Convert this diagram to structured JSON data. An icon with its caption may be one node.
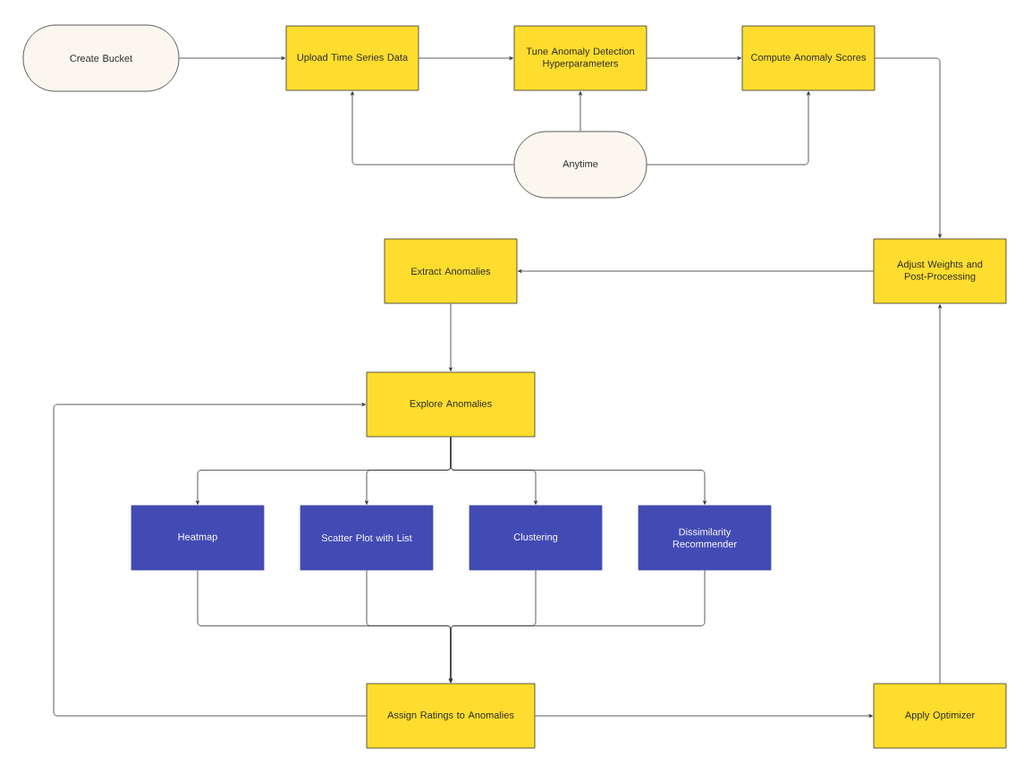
{
  "diagram": {
    "nodes": [
      {
        "text": [
          "Create Bucket"
        ]
      },
      {
        "text": [
          "Upload Time Series Data"
        ]
      },
      {
        "text": [
          "Tune Anomaly Detection Hyperparameters"
        ]
      },
      {
        "text": [
          "Compute Anomaly Scores"
        ]
      },
      {
        "text": [
          "Anytime"
        ]
      },
      {
        "text": [
          "Adjust Weights and Post-Processing"
        ]
      },
      {
        "text": [
          "Extract Anomalies"
        ]
      },
      {
        "text": [
          "Explore Anomalies"
        ]
      },
      {
        "text": [
          "Heatmap"
        ]
      },
      {
        "text": [
          "Scatter Plot with List"
        ]
      },
      {
        "text": [
          "Clustering"
        ]
      },
      {
        "text": [
          "Dissimilarity Recommender"
        ]
      },
      {
        "text": [
          "Assign Ratings to Anomalies"
        ]
      },
      {
        "text": [
          "Apply Optimizer"
        ]
      }
    ],
    "edges": [
      {
        "from": 0,
        "to": 1,
        "arrow": "to"
      },
      {
        "from": 1,
        "to": 2,
        "arrow": "to"
      },
      {
        "from": 2,
        "to": 3,
        "arrow": "to"
      },
      {
        "from": 3,
        "to": 5,
        "arrow": "to"
      },
      {
        "from": 4,
        "to": 1,
        "arrow": "to"
      },
      {
        "from": 4,
        "to": 2,
        "arrow": "to"
      },
      {
        "from": 4,
        "to": 3,
        "arrow": "to"
      },
      {
        "from": 5,
        "to": 6,
        "arrow": "to"
      },
      {
        "from": 6,
        "to": 7,
        "arrow": "to"
      },
      {
        "from": 7,
        "to": 8,
        "arrow": "to"
      },
      {
        "from": 7,
        "to": 9,
        "arrow": "to"
      },
      {
        "from": 7,
        "to": 10,
        "arrow": "to"
      },
      {
        "from": 7,
        "to": 11,
        "arrow": "to"
      },
      {
        "from": 8,
        "to": 12,
        "arrow": "to"
      },
      {
        "from": 9,
        "to": 12,
        "arrow": "to"
      },
      {
        "from": 10,
        "to": 12,
        "arrow": "to"
      },
      {
        "from": 11,
        "to": 12,
        "arrow": "to"
      },
      {
        "from": 12,
        "to": 7,
        "arrow": "to"
      },
      {
        "from": 12,
        "to": 13,
        "arrow": "to"
      },
      {
        "from": 13,
        "to": 5,
        "arrow": "to"
      }
    ]
  }
}
